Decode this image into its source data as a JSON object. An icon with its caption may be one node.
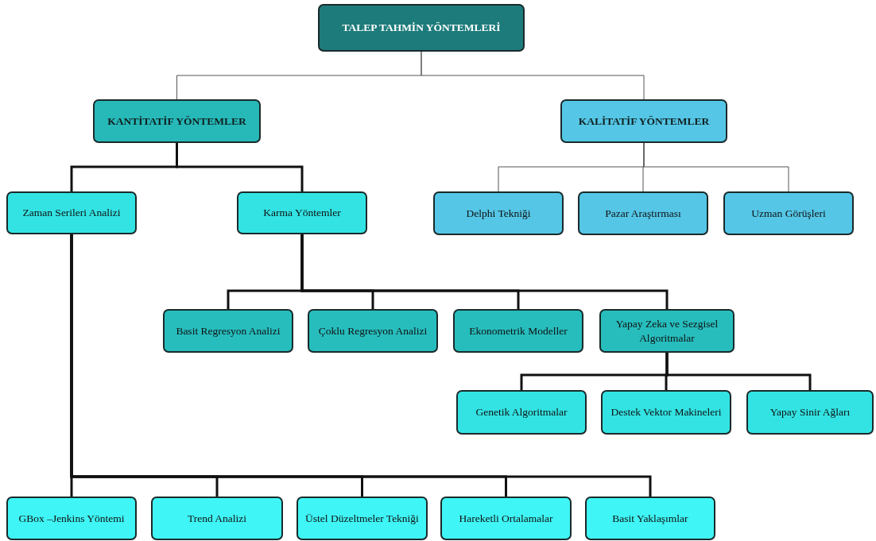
{
  "diagram": {
    "nodes": [
      {
        "text": [
          "TALEP TAHMİN YÖNTEMLERİ"
        ]
      },
      {
        "text": [
          "KANTİTATİF YÖNTEMLER"
        ]
      },
      {
        "text": [
          "KALİTATİF YÖNTEMLER"
        ]
      },
      {
        "text": [
          "Zaman Serileri Analizi"
        ]
      },
      {
        "text": [
          "Karma Yöntemler"
        ]
      },
      {
        "text": [
          "Delphi Tekniği"
        ]
      },
      {
        "text": [
          "Pazar Araştırması"
        ]
      },
      {
        "text": [
          "Uzman Görüşleri"
        ]
      },
      {
        "text": [
          "Basit Regresyon Analizi"
        ]
      },
      {
        "text": [
          "Çoklu Regresyon Analizi"
        ]
      },
      {
        "text": [
          "Ekonometrik Modeller"
        ]
      },
      {
        "text": [
          "Yapay Zeka ve Sezgisel Algoritmalar"
        ]
      },
      {
        "text": [
          "Genetik Algoritmalar"
        ]
      },
      {
        "text": [
          "Destek Vektor Makineleri"
        ]
      },
      {
        "text": [
          "Yapay Sinir Ağları"
        ]
      },
      {
        "text": [
          "GBox –Jenkins Yöntemi"
        ]
      },
      {
        "text": [
          "Trend Analizi"
        ]
      },
      {
        "text": [
          "Üstel Düzeltmeler Tekniği"
        ]
      },
      {
        "text": [
          "Hareketli Ortalamalar"
        ]
      },
      {
        "text": [
          "Basit Yaklaşımlar"
        ]
      }
    ],
    "edges": [
      {
        "from": 0,
        "to": 1,
        "arrow": "none",
        "color": "#555555"
      },
      {
        "from": 0,
        "to": 2,
        "arrow": "none",
        "color": "#555555"
      },
      {
        "from": 1,
        "to": 3,
        "arrow": "none"
      },
      {
        "from": 1,
        "to": 4,
        "arrow": "none"
      },
      {
        "from": 2,
        "to": 5,
        "arrow": "none",
        "color": "#555555"
      },
      {
        "from": 2,
        "to": 6,
        "arrow": "none",
        "color": "#555555"
      },
      {
        "from": 2,
        "to": 7,
        "arrow": "none",
        "color": "#555555"
      },
      {
        "from": 4,
        "to": 8,
        "arrow": "none"
      },
      {
        "from": 4,
        "to": 9,
        "arrow": "none"
      },
      {
        "from": 4,
        "to": 10,
        "arrow": "none"
      },
      {
        "from": 4,
        "to": 11,
        "arrow": "none"
      },
      {
        "from": 11,
        "to": 12,
        "arrow": "none"
      },
      {
        "from": 11,
        "to": 13,
        "arrow": "none"
      },
      {
        "from": 11,
        "to": 14,
        "arrow": "none"
      },
      {
        "from": 3,
        "to": 15,
        "arrow": "none"
      },
      {
        "from": 3,
        "to": 16,
        "arrow": "none"
      },
      {
        "from": 3,
        "to": 17,
        "arrow": "none"
      },
      {
        "from": 3,
        "to": 18,
        "arrow": "none"
      },
      {
        "from": 3,
        "to": 19,
        "arrow": "none"
      }
    ]
  }
}
